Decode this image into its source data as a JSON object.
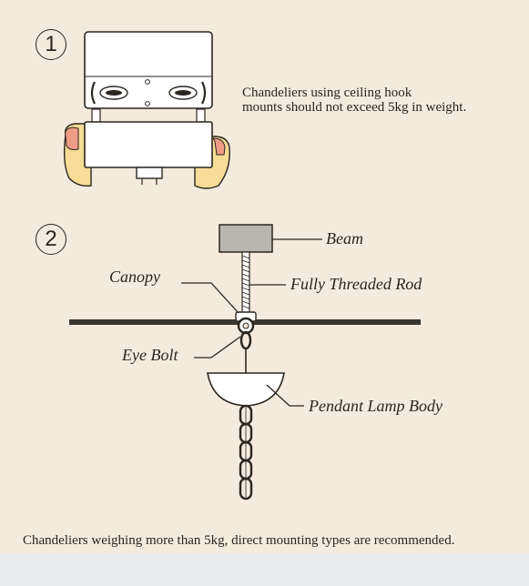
{
  "step1": {
    "number": "1",
    "note_line1": "Chandeliers using ceiling hook",
    "note_line2": "mounts should not exceed 5kg in weight."
  },
  "step2": {
    "number": "2",
    "labels": {
      "beam": "Beam",
      "canopy": "Canopy",
      "rod": "Fully Threaded Rod",
      "eye_bolt": "Eye Bolt",
      "lamp_body": "Pendant Lamp Body"
    }
  },
  "footer_note": "Chandeliers weighing more than 5kg, direct mounting types are recommended.",
  "colors": {
    "background": "#f4ebde",
    "beam_fill": "#b9b6b2",
    "finger_fill": "#f6dc96",
    "nail_fill": "#ef9c86",
    "band": "#e7e9eb"
  }
}
